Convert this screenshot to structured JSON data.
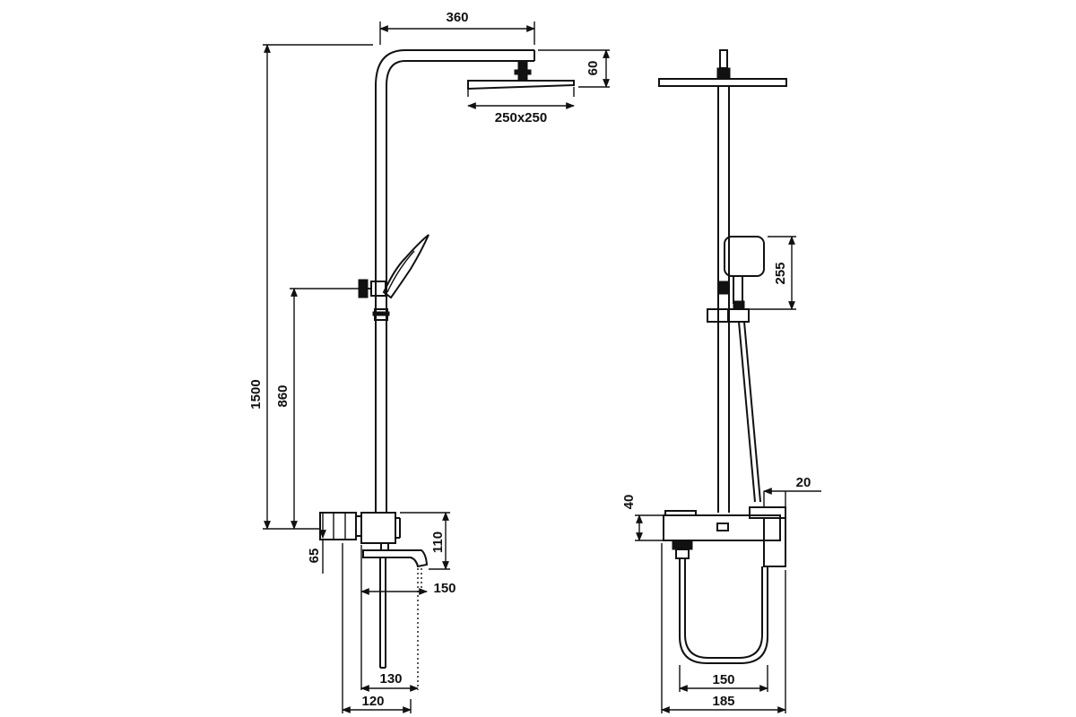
{
  "diagram": {
    "side_view": {
      "dimensions": {
        "head_reach": "360",
        "head_height": "60",
        "head_size": "250x250",
        "total_height": "1500",
        "holder_height": "860",
        "valve_offset": "65",
        "valve_height": "110",
        "spout_reach": "150",
        "spout_body": "130",
        "wall_depth": "120"
      }
    },
    "front_view": {
      "dimensions": {
        "hand_shower_height": "255",
        "valve_height": "40",
        "shelf_depth": "20",
        "hose_span": "150",
        "total_width": "185"
      }
    }
  }
}
